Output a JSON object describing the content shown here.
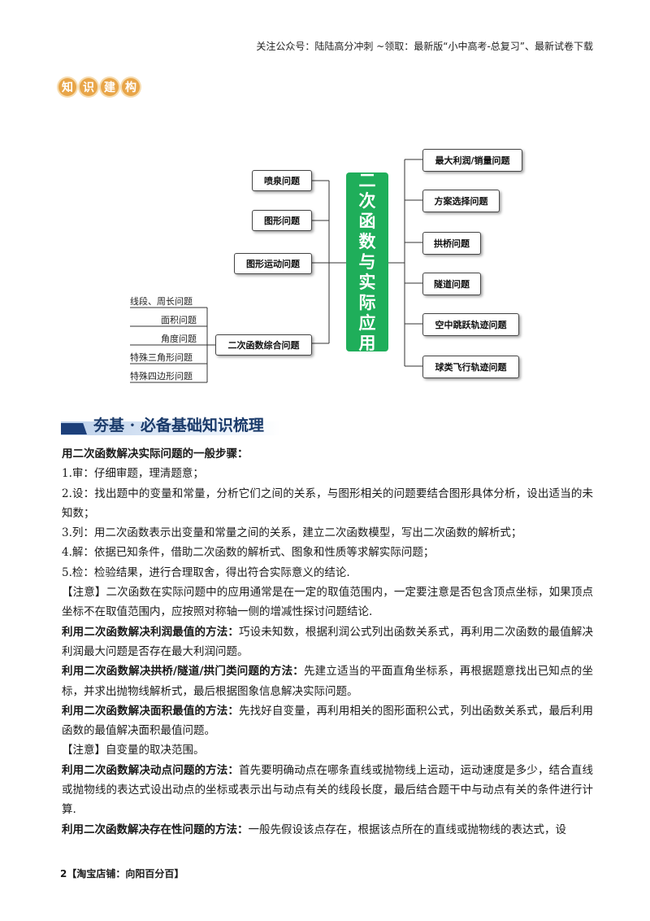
{
  "header": {
    "text": "关注公众号：陆陆高分冲刺 ~领取：最新版“小中高考-总复习”、最新试卷下载"
  },
  "badge": {
    "chars": [
      "知",
      "识",
      "建",
      "构"
    ]
  },
  "mindmap": {
    "center": [
      "二",
      "次",
      "函",
      "数",
      "与",
      "实",
      "际",
      "应",
      "用"
    ],
    "left_nodes": [
      "喷泉问题",
      "图形问题",
      "图形运动问题",
      "二次函数综合问题"
    ],
    "sub_leaves": [
      "线段、周长问题",
      "面积问题",
      "角度问题",
      "特殊三角形问题",
      "特殊四边形问题"
    ],
    "right_nodes": [
      "最大利润/销量问题",
      "方案选择问题",
      "拱桥问题",
      "隧道问题",
      "空中跳跃轨迹问题",
      "球类飞行轨迹问题"
    ]
  },
  "section": {
    "title": "夯基 · 必备基础知识梳理"
  },
  "content": {
    "heading": "用二次函数解决实际问题的一般步骤：",
    "step1": "1.审：仔细审题，理清题意；",
    "step2": "2.设：找出题中的变量和常量，分析它们之间的关系，与图形相关的问题要结合图形具体分析，设出适当的未知数；",
    "step3": "3.列：用二次函数表示出变量和常量之间的关系，建立二次函数模型，写出二次函数的解析式；",
    "step4": "4.解：依据已知条件，借助二次函数的解析式、图象和性质等求解实际问题；",
    "step5": "5.检：检验结果，进行合理取舍，得出符合实际意义的结论.",
    "note1": "【注意】二次函数在实际问题中的应用通常是在一定的取值范围内，一定要注意是否包含顶点坐标，如果顶点坐标不在取值范围内，应按照对称轴一侧的增减性探讨问题结论.",
    "profit_bold": "利用二次函数解决利润最值的方法：",
    "profit_text": "巧设未知数，根据利润公式列出函数关系式，再利用二次函数的最值解决利润最大问题是否存在最大利润问题。",
    "arch_bold": "利用二次函数解决拱桥/隧道/拱门类问题的方法：",
    "arch_text": "先建立适当的平面直角坐标系，再根据题意找出已知点的坐标，并求出抛物线解析式，最后根据图象信息解决实际问题。",
    "area_bold": "利用二次函数解决面积最值的方法：",
    "area_text": "先找好自变量，再利用相关的图形面积公式，列出函数关系式，最后利用函数的最值解决面积最值问题。",
    "note2": "【注意】自变量的取决范围。",
    "moving_bold": "利用二次函数解决动点问题的方法：",
    "moving_text": "首先要明确动点在哪条直线或抛物线上运动，运动速度是多少，结合直线或抛物线的表达式设出动点的坐标或表示出与动点有关的线段长度，最后结合题干中与动点有关的条件进行计算.",
    "exist_bold": "利用二次函数解决存在性问题的方法：",
    "exist_text": "一般先假设该点存在，根据该点所在的直线或抛物线的表达式，设"
  },
  "footer": {
    "text": "2【淘宝店铺：向阳百分百】"
  },
  "colors": {
    "center_green": "#1fae5a",
    "badge_orange": "#e8a548",
    "banner_navy": "#1c3f7a"
  }
}
